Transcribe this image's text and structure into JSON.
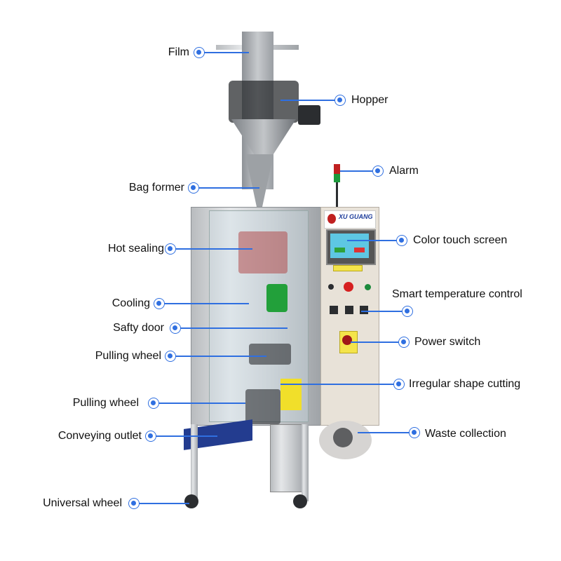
{
  "brand": {
    "logo_text": "XU GUANG"
  },
  "callouts_left": [
    {
      "id": "film",
      "label": "Film"
    },
    {
      "id": "bag-former",
      "label": "Bag former"
    },
    {
      "id": "hot-sealing",
      "label": "Hot sealing"
    },
    {
      "id": "cooling",
      "label": "Cooling"
    },
    {
      "id": "safty-door",
      "label": "Safty door"
    },
    {
      "id": "pulling-wheel-1",
      "label": "Pulling wheel"
    },
    {
      "id": "pulling-wheel-2",
      "label": "Pulling wheel"
    },
    {
      "id": "conveying-outlet",
      "label": "Conveying outlet"
    },
    {
      "id": "universal-wheel",
      "label": "Universal wheel"
    }
  ],
  "callouts_right": [
    {
      "id": "hopper",
      "label": "Hopper"
    },
    {
      "id": "alarm",
      "label": "Alarm"
    },
    {
      "id": "color-touch-screen",
      "label": "Color touch screen"
    },
    {
      "id": "smart-temperature-control",
      "label": "Smart temperature control"
    },
    {
      "id": "power-switch",
      "label": "Power switch"
    },
    {
      "id": "irregular-shape-cutting",
      "label": "Irregular shape cutting"
    },
    {
      "id": "waste-collection",
      "label": "Waste collection"
    }
  ],
  "colors": {
    "accent": "#2f6fe0",
    "panel": "#e8e2d8",
    "steel": "#c9cccf"
  }
}
